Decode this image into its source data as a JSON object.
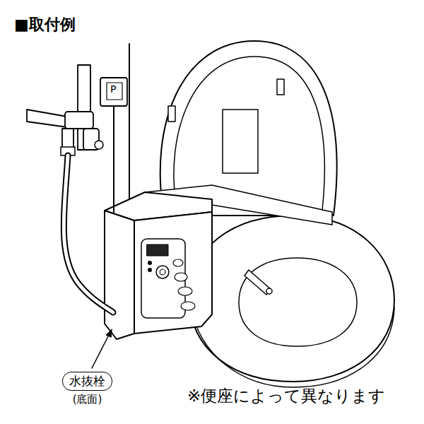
{
  "diagram": {
    "title": "■取付例",
    "nodes": [
      {
        "text": [
          "水抜栓",
          "(底面)"
        ]
      }
    ],
    "labels": [
      "P",
      "※便座によって異なります"
    ]
  }
}
